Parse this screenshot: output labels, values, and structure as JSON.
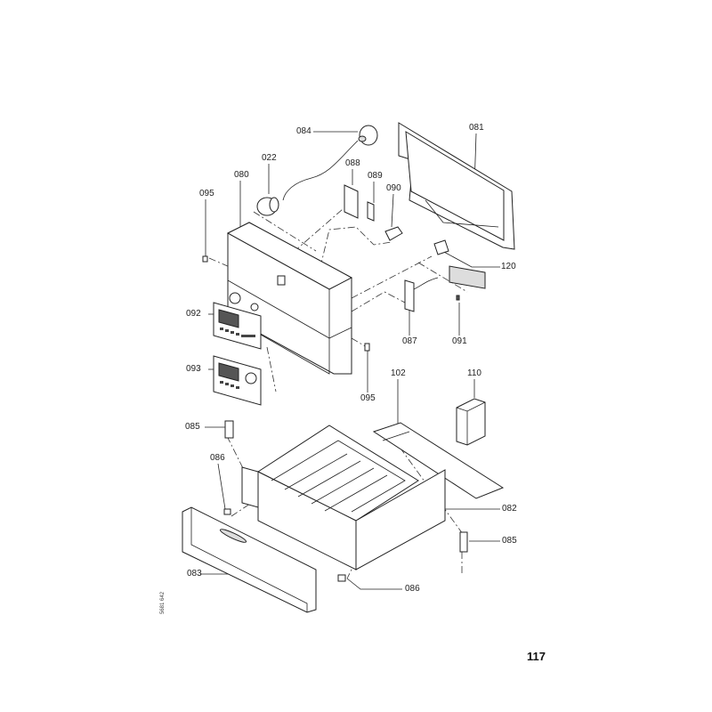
{
  "labels": {
    "l084": "084",
    "l081": "081",
    "l022": "022",
    "l088": "088",
    "l089": "089",
    "l090": "090",
    "l080": "080",
    "l095a": "095",
    "l120": "120",
    "l092": "092",
    "l087": "087",
    "l091": "091",
    "l093": "093",
    "l095b": "095",
    "l102": "102",
    "l110": "110",
    "l085a": "085",
    "l086a": "086",
    "l082": "082",
    "l085b": "085",
    "l083": "083",
    "l086b": "086"
  },
  "page_number": "117",
  "drawing_code": "5681 642"
}
